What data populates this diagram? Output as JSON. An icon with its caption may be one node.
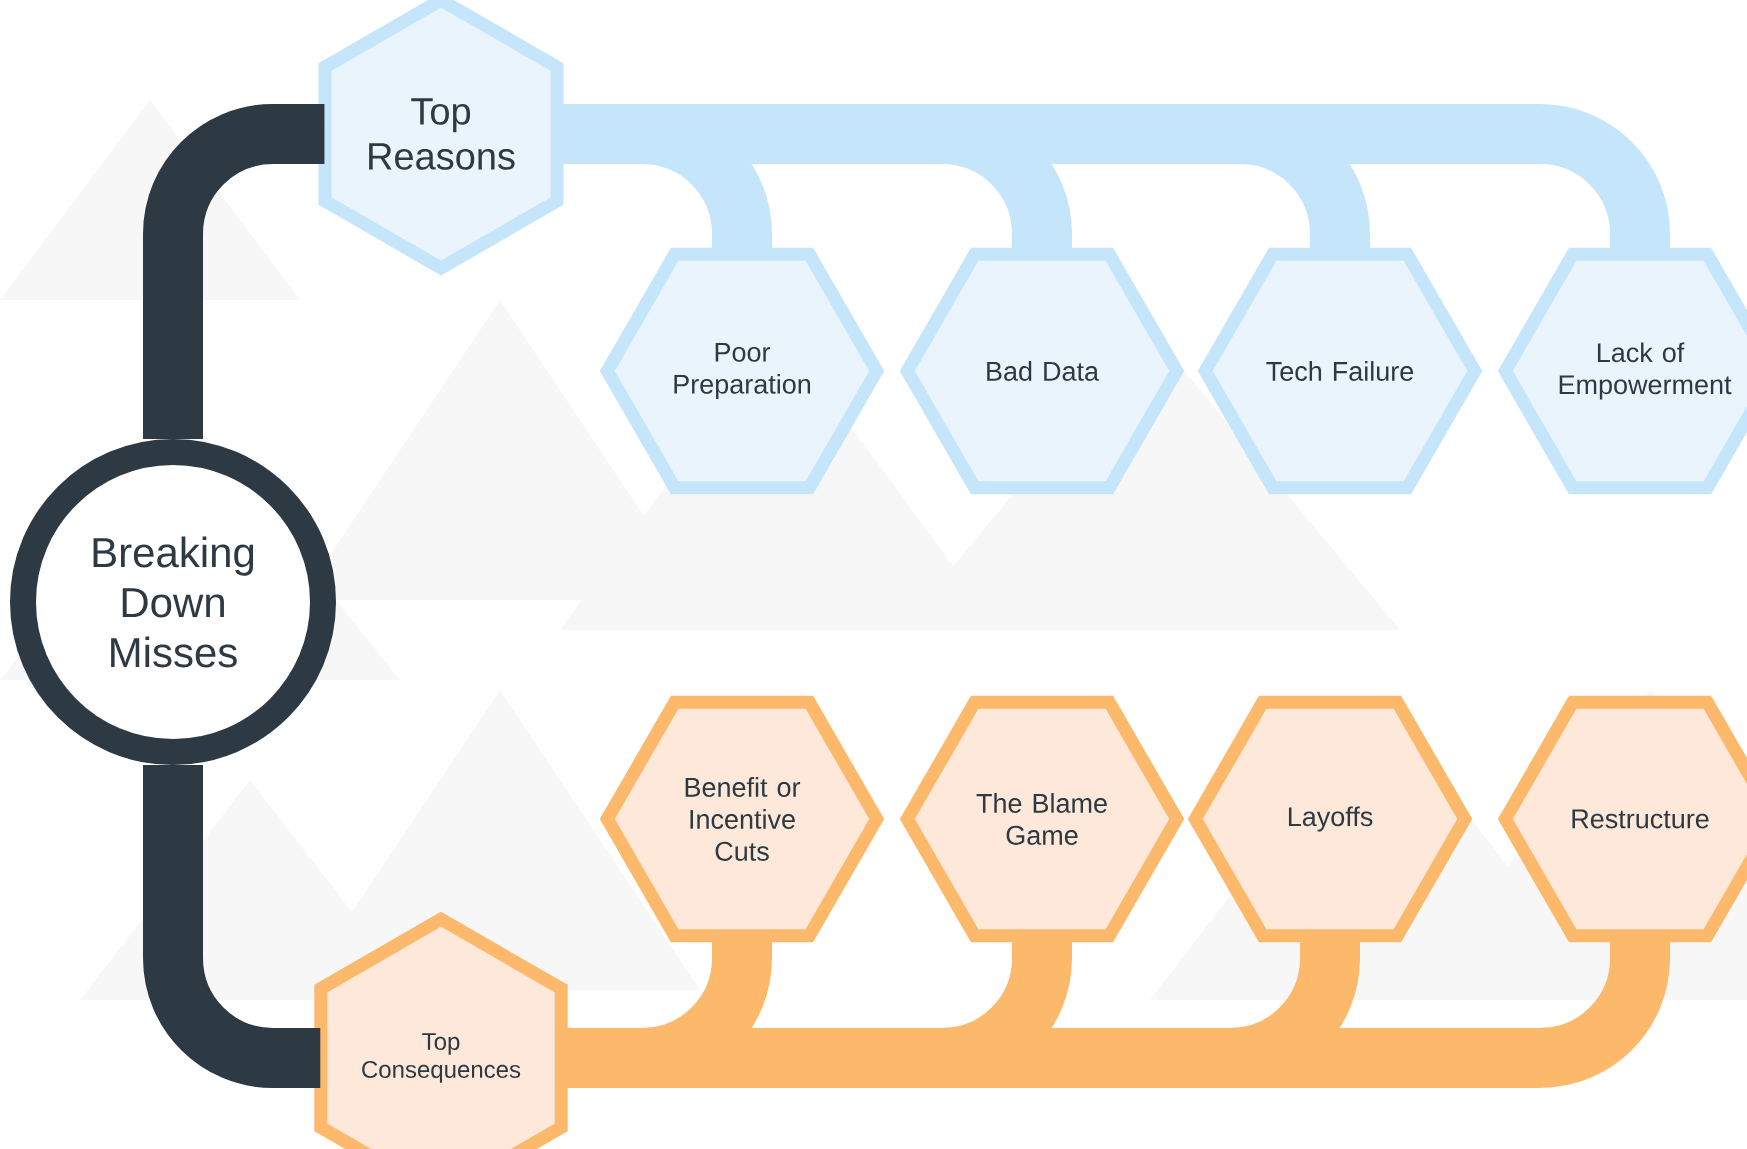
{
  "diagram": {
    "nodes": [
      {
        "text": [
          "Breaking Down Misses"
        ]
      },
      {
        "text": [
          "Top Reasons"
        ]
      },
      {
        "text": [
          "Top Consequences"
        ]
      },
      {
        "text": [
          "Poor Preparation"
        ]
      },
      {
        "text": [
          "Bad Data"
        ]
      },
      {
        "text": [
          "Tech Failure"
        ]
      },
      {
        "text": [
          "Lack of Empowerment"
        ]
      },
      {
        "text": [
          "Benefit or Incentive Cuts"
        ]
      },
      {
        "text": [
          "The Blame Game"
        ]
      },
      {
        "text": [
          "Layoffs"
        ]
      },
      {
        "text": [
          "Restructure"
        ]
      }
    ],
    "edges": [
      {
        "from": 0,
        "to": 1,
        "arrow": "none",
        "color": "#2d3a44"
      },
      {
        "from": 0,
        "to": 2,
        "arrow": "none",
        "color": "#2d3a44"
      },
      {
        "from": 1,
        "to": 3,
        "arrow": "none",
        "color": "#c5e5fb"
      },
      {
        "from": 1,
        "to": 4,
        "arrow": "none",
        "color": "#c5e5fb"
      },
      {
        "from": 1,
        "to": 5,
        "arrow": "none",
        "color": "#c5e5fb"
      },
      {
        "from": 1,
        "to": 6,
        "arrow": "none",
        "color": "#c5e5fb"
      },
      {
        "from": 2,
        "to": 7,
        "arrow": "none",
        "color": "#fdb96b"
      },
      {
        "from": 2,
        "to": 8,
        "arrow": "none",
        "color": "#fdb96b"
      },
      {
        "from": 2,
        "to": 9,
        "arrow": "none",
        "color": "#fdb96b"
      },
      {
        "from": 2,
        "to": 10,
        "arrow": "none",
        "color": "#fdb96b"
      }
    ]
  }
}
